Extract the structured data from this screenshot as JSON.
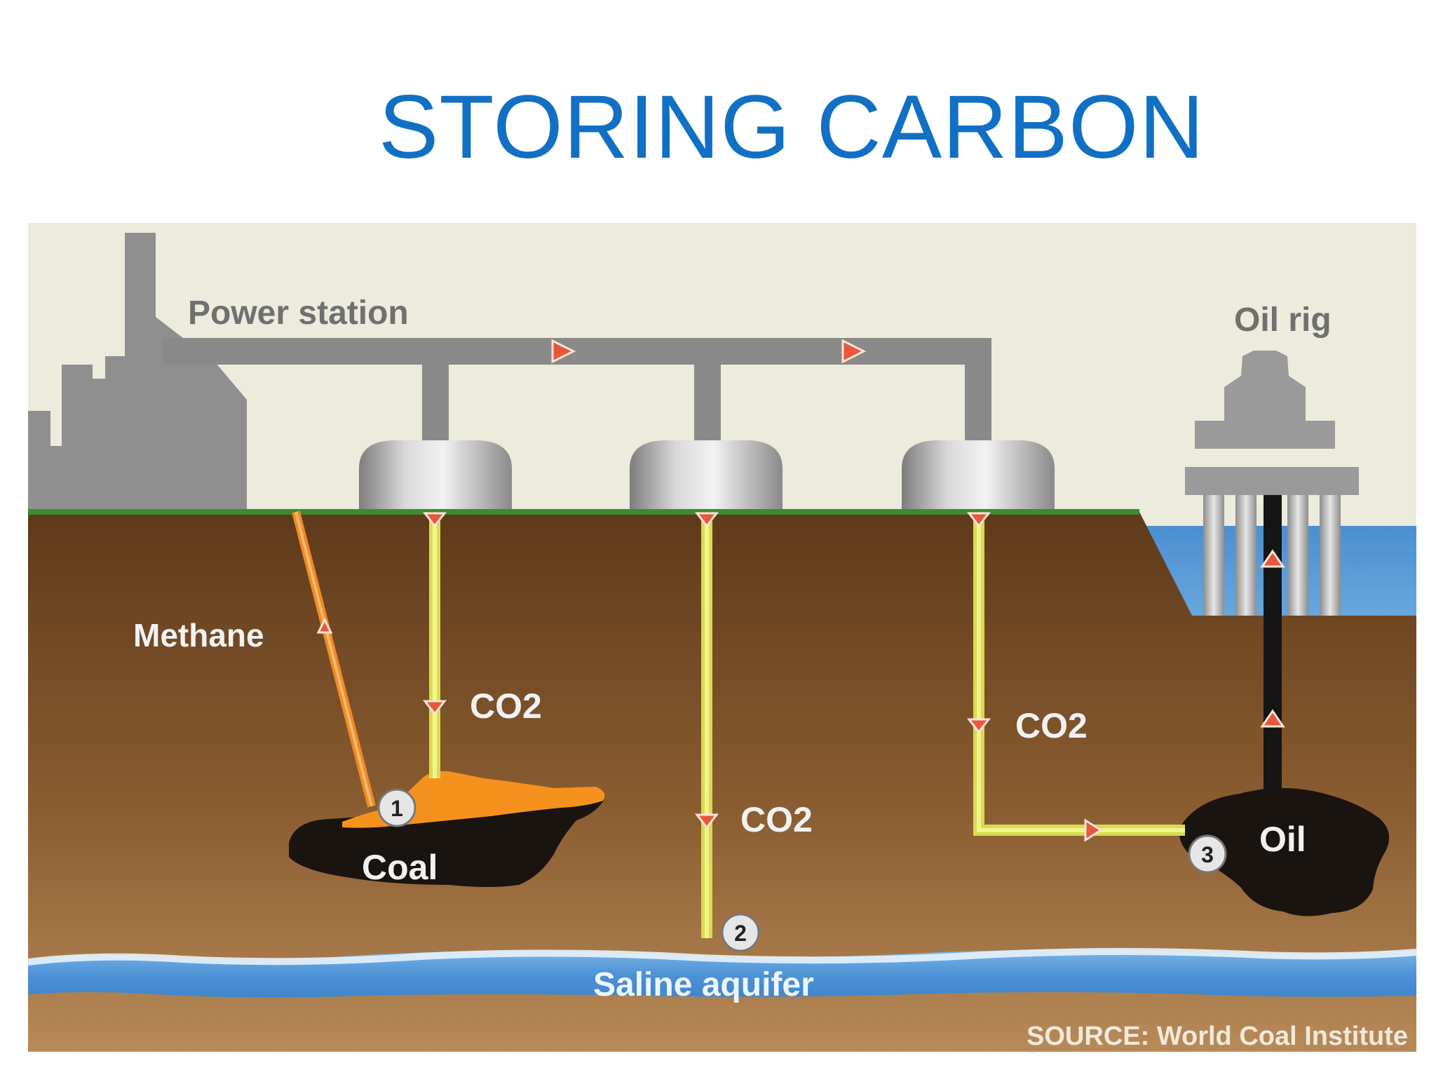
{
  "title": "STORING CARBON",
  "labels": {
    "power_station": "Power station",
    "oil_rig": "Oil rig",
    "methane": "Methane",
    "co2_coal": "CO2",
    "co2_aquifer": "CO2",
    "co2_oil": "CO2",
    "coal": "Coal",
    "oil": "Oil",
    "saline_aquifer": "Saline aquifer",
    "source": "SOURCE: World Coal Institute"
  },
  "markers": [
    "1",
    "2",
    "3"
  ],
  "colors": {
    "title": "#1170c4",
    "sky": "#ecebdc",
    "building": "#8f8f8f",
    "pipe": "#8a8a8a",
    "ground_top": "#6b4421",
    "ground_bottom": "#a57a4a",
    "grass": "#3f8a2f",
    "co2_pipe": "#e4e86a",
    "methane_pipe": "#f08a24",
    "coal_seam": "#1a1410",
    "methane_zone": "#f5921e",
    "oil": "#1a1410",
    "water": "#4a8fd0",
    "aquifer": "#5ea0dc",
    "arrow": "#e8573a"
  }
}
